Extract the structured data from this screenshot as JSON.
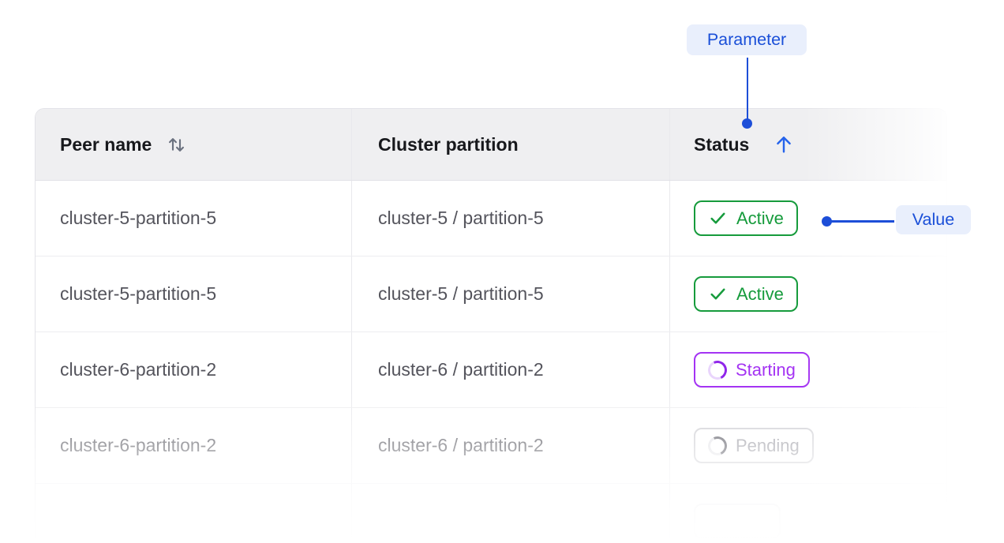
{
  "annotations": {
    "parameter_label": "Parameter",
    "value_label": "Value",
    "accent_color": "#1d4ed8",
    "pill_bg_color": "#e9effc"
  },
  "table": {
    "columns": [
      {
        "label": "Peer name",
        "sort_icon": "sort-both-icon"
      },
      {
        "label": "Cluster partition",
        "sort_icon": null
      },
      {
        "label": "Status",
        "sort_icon": "sort-ascending-icon",
        "sort_active": true
      }
    ],
    "rows": [
      {
        "peer_name": "cluster-5-partition-5",
        "cluster_partition": "cluster-5 / partition-5",
        "status": "Active",
        "status_icon": "check-icon"
      },
      {
        "peer_name": "cluster-5-partition-5",
        "cluster_partition": "cluster-5 / partition-5",
        "status": "Active",
        "status_icon": "check-icon"
      },
      {
        "peer_name": "cluster-6-partition-2",
        "cluster_partition": "cluster-6 / partition-2",
        "status": "Starting",
        "status_icon": "spinner-icon"
      },
      {
        "peer_name": "cluster-6-partition-2",
        "cluster_partition": "cluster-6 / partition-2",
        "status": "Pending",
        "status_icon": "spinner-icon"
      },
      {
        "peer_name": "",
        "cluster_partition": "",
        "status": "",
        "status_icon": ""
      }
    ]
  },
  "colors": {
    "status_active": "#169b3c",
    "status_starting": "#a433f3",
    "status_pending_border": "#cfcfd4",
    "status_pending_text": "#9b9ba3",
    "header_background": "#efeff1",
    "header_text": "#17181c",
    "cell_text": "#54545c",
    "sort_arrow_blue": "#2563eb",
    "sort_arrow_gray": "#6b7280"
  }
}
